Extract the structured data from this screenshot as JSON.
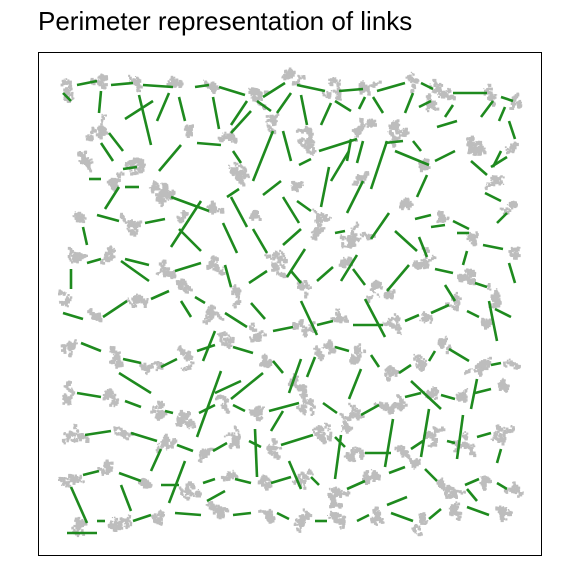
{
  "title": "Perimeter representation of links",
  "colors": {
    "patch": "#bdbdbd",
    "link": "#1e8a1e",
    "frame": "#000000",
    "background": "#ffffff"
  },
  "patches": [
    [
      64,
      86,
      14
    ],
    [
      100,
      80,
      12
    ],
    [
      137,
      80,
      13
    ],
    [
      177,
      84,
      12
    ],
    [
      212,
      82,
      11
    ],
    [
      252,
      94,
      16
    ],
    [
      290,
      80,
      14
    ],
    [
      330,
      88,
      13
    ],
    [
      368,
      86,
      12
    ],
    [
      410,
      80,
      10
    ],
    [
      440,
      90,
      15
    ],
    [
      490,
      92,
      12
    ],
    [
      515,
      100,
      10
    ],
    [
      98,
      128,
      16
    ],
    [
      140,
      160,
      17
    ],
    [
      185,
      130,
      12
    ],
    [
      226,
      136,
      12
    ],
    [
      268,
      120,
      12
    ],
    [
      306,
      140,
      18
    ],
    [
      358,
      124,
      16
    ],
    [
      392,
      126,
      18
    ],
    [
      426,
      104,
      12
    ],
    [
      470,
      135,
      20
    ],
    [
      512,
      146,
      10
    ],
    [
      78,
      162,
      14
    ],
    [
      110,
      180,
      14
    ],
    [
      152,
      186,
      22
    ],
    [
      236,
      176,
      16
    ],
    [
      290,
      180,
      12
    ],
    [
      356,
      176,
      12
    ],
    [
      422,
      160,
      12
    ],
    [
      492,
      178,
      12
    ],
    [
      508,
      204,
      10
    ],
    [
      80,
      214,
      12
    ],
    [
      130,
      220,
      14
    ],
    [
      176,
      216,
      10
    ],
    [
      216,
      210,
      12
    ],
    [
      254,
      214,
      10
    ],
    [
      316,
      222,
      16
    ],
    [
      356,
      238,
      18
    ],
    [
      400,
      206,
      14
    ],
    [
      440,
      216,
      12
    ],
    [
      476,
      232,
      12
    ],
    [
      510,
      250,
      10
    ],
    [
      72,
      258,
      14
    ],
    [
      110,
      256,
      12
    ],
    [
      160,
      268,
      14
    ],
    [
      212,
      262,
      14
    ],
    [
      236,
      294,
      12
    ],
    [
      276,
      260,
      16
    ],
    [
      304,
      286,
      10
    ],
    [
      340,
      262,
      12
    ],
    [
      376,
      296,
      18
    ],
    [
      420,
      258,
      14
    ],
    [
      460,
      276,
      14
    ],
    [
      494,
      290,
      16
    ],
    [
      64,
      296,
      10
    ],
    [
      90,
      318,
      12
    ],
    [
      136,
      294,
      14
    ],
    [
      180,
      288,
      12
    ],
    [
      210,
      310,
      14
    ],
    [
      258,
      330,
      12
    ],
    [
      302,
      324,
      14
    ],
    [
      340,
      318,
      12
    ],
    [
      392,
      324,
      12
    ],
    [
      424,
      312,
      10
    ],
    [
      456,
      302,
      12
    ],
    [
      484,
      318,
      12
    ],
    [
      70,
      342,
      12
    ],
    [
      110,
      354,
      14
    ],
    [
      150,
      364,
      12
    ],
    [
      186,
      356,
      14
    ],
    [
      222,
      342,
      12
    ],
    [
      262,
      356,
      12
    ],
    [
      292,
      380,
      14
    ],
    [
      320,
      346,
      14
    ],
    [
      358,
      350,
      14
    ],
    [
      386,
      374,
      12
    ],
    [
      418,
      360,
      12
    ],
    [
      440,
      344,
      12
    ],
    [
      476,
      364,
      16
    ],
    [
      508,
      362,
      10
    ],
    [
      64,
      392,
      14
    ],
    [
      112,
      396,
      12
    ],
    [
      150,
      410,
      14
    ],
    [
      184,
      412,
      18
    ],
    [
      222,
      402,
      10
    ],
    [
      254,
      414,
      14
    ],
    [
      308,
      400,
      14
    ],
    [
      346,
      416,
      16
    ],
    [
      390,
      402,
      18
    ],
    [
      430,
      392,
      12
    ],
    [
      462,
      398,
      12
    ],
    [
      500,
      384,
      14
    ],
    [
      74,
      436,
      14
    ],
    [
      120,
      430,
      12
    ],
    [
      166,
      444,
      14
    ],
    [
      200,
      452,
      12
    ],
    [
      236,
      438,
      14
    ],
    [
      268,
      448,
      12
    ],
    [
      322,
      432,
      14
    ],
    [
      352,
      452,
      12
    ],
    [
      400,
      452,
      12
    ],
    [
      432,
      436,
      14
    ],
    [
      464,
      442,
      14
    ],
    [
      500,
      432,
      14
    ],
    [
      70,
      476,
      14
    ],
    [
      108,
      468,
      12
    ],
    [
      148,
      484,
      12
    ],
    [
      190,
      484,
      14
    ],
    [
      224,
      476,
      12
    ],
    [
      258,
      484,
      12
    ],
    [
      300,
      474,
      12
    ],
    [
      330,
      490,
      18
    ],
    [
      374,
      478,
      14
    ],
    [
      414,
      464,
      12
    ],
    [
      448,
      488,
      16
    ],
    [
      486,
      476,
      12
    ],
    [
      512,
      490,
      10
    ],
    [
      76,
      520,
      14
    ],
    [
      120,
      520,
      14
    ],
    [
      160,
      512,
      12
    ],
    [
      216,
      514,
      16
    ],
    [
      262,
      512,
      12
    ],
    [
      300,
      520,
      14
    ],
    [
      340,
      520,
      16
    ],
    [
      378,
      512,
      12
    ],
    [
      420,
      522,
      12
    ],
    [
      452,
      504,
      14
    ],
    [
      500,
      516,
      14
    ]
  ],
  "links": [
    [
      70,
      100,
      62,
      92
    ],
    [
      96,
      80,
      76,
      84
    ],
    [
      110,
      84,
      132,
      82
    ],
    [
      142,
      84,
      172,
      86
    ],
    [
      168,
      92,
      156,
      120
    ],
    [
      194,
      86,
      208,
      84
    ],
    [
      218,
      86,
      244,
      94
    ],
    [
      262,
      96,
      284,
      82
    ],
    [
      296,
      84,
      324,
      90
    ],
    [
      338,
      90,
      362,
      88
    ],
    [
      376,
      90,
      404,
      82
    ],
    [
      420,
      82,
      432,
      88
    ],
    [
      452,
      92,
      486,
      92
    ],
    [
      500,
      96,
      512,
      100
    ],
    [
      98,
      112,
      100,
      90
    ],
    [
      122,
      150,
      108,
      132
    ],
    [
      150,
      144,
      138,
      94
    ],
    [
      184,
      120,
      178,
      96
    ],
    [
      218,
      128,
      212,
      96
    ],
    [
      230,
      124,
      246,
      100
    ],
    [
      270,
      110,
      256,
      100
    ],
    [
      276,
      112,
      290,
      92
    ],
    [
      306,
      124,
      300,
      94
    ],
    [
      330,
      102,
      320,
      124
    ],
    [
      350,
      110,
      334,
      100
    ],
    [
      358,
      108,
      364,
      96
    ],
    [
      382,
      112,
      372,
      96
    ],
    [
      404,
      112,
      412,
      92
    ],
    [
      418,
      106,
      430,
      100
    ],
    [
      452,
      104,
      444,
      116
    ],
    [
      480,
      116,
      492,
      100
    ],
    [
      498,
      120,
      504,
      106
    ],
    [
      508,
      120,
      514,
      138
    ],
    [
      112,
      160,
      100,
      142
    ],
    [
      122,
      168,
      136,
      166
    ],
    [
      158,
      170,
      180,
      144
    ],
    [
      196,
      142,
      220,
      144
    ],
    [
      232,
      150,
      240,
      162
    ],
    [
      252,
      180,
      272,
      130
    ],
    [
      290,
      160,
      282,
      130
    ],
    [
      298,
      164,
      310,
      158
    ],
    [
      318,
      150,
      356,
      138
    ],
    [
      346,
      160,
      350,
      138
    ],
    [
      362,
      140,
      356,
      162
    ],
    [
      384,
      142,
      402,
      140
    ],
    [
      412,
      140,
      420,
      150
    ],
    [
      434,
      160,
      454,
      150
    ],
    [
      470,
      160,
      486,
      174
    ],
    [
      490,
      166,
      506,
      156
    ],
    [
      88,
      178,
      100,
      178
    ],
    [
      124,
      186,
      138,
      186
    ],
    [
      170,
      196,
      208,
      210
    ],
    [
      226,
      196,
      238,
      188
    ],
    [
      262,
      194,
      280,
      180
    ],
    [
      282,
      196,
      298,
      222
    ],
    [
      296,
      200,
      310,
      210
    ],
    [
      320,
      206,
      328,
      166
    ],
    [
      346,
      212,
      362,
      180
    ],
    [
      370,
      188,
      386,
      140
    ],
    [
      394,
      150,
      428,
      164
    ],
    [
      426,
      174,
      416,
      196
    ],
    [
      414,
      218,
      430,
      214
    ],
    [
      452,
      220,
      468,
      228
    ],
    [
      484,
      192,
      500,
      200
    ],
    [
      496,
      222,
      506,
      212
    ],
    [
      82,
      226,
      86,
      244
    ],
    [
      96,
      214,
      118,
      220
    ],
    [
      144,
      222,
      164,
      218
    ],
    [
      178,
      228,
      200,
      250
    ],
    [
      222,
      222,
      236,
      252
    ],
    [
      252,
      228,
      266,
      252
    ],
    [
      282,
      244,
      300,
      228
    ],
    [
      334,
      232,
      344,
      230
    ],
    [
      370,
      238,
      388,
      212
    ],
    [
      394,
      230,
      416,
      250
    ],
    [
      430,
      226,
      444,
      224
    ],
    [
      456,
      232,
      468,
      232
    ],
    [
      482,
      244,
      502,
      248
    ],
    [
      508,
      262,
      514,
      282
    ],
    [
      70,
      268,
      70,
      288
    ],
    [
      86,
      262,
      100,
      258
    ],
    [
      124,
      258,
      148,
      264
    ],
    [
      174,
      270,
      200,
      262
    ],
    [
      224,
      264,
      230,
      286
    ],
    [
      248,
      282,
      266,
      270
    ],
    [
      290,
      270,
      300,
      282
    ],
    [
      316,
      280,
      332,
      266
    ],
    [
      352,
      268,
      364,
      284
    ],
    [
      386,
      290,
      408,
      264
    ],
    [
      434,
      268,
      452,
      272
    ],
    [
      474,
      282,
      486,
      286
    ],
    [
      62,
      312,
      82,
      318
    ],
    [
      102,
      316,
      126,
      300
    ],
    [
      150,
      298,
      168,
      290
    ],
    [
      194,
      296,
      204,
      302
    ],
    [
      224,
      312,
      246,
      326
    ],
    [
      250,
      302,
      264,
      318
    ],
    [
      272,
      330,
      292,
      326
    ],
    [
      316,
      324,
      332,
      320
    ],
    [
      352,
      324,
      382,
      324
    ],
    [
      404,
      320,
      418,
      314
    ],
    [
      430,
      312,
      448,
      304
    ],
    [
      466,
      310,
      478,
      316
    ],
    [
      494,
      308,
      510,
      316
    ],
    [
      80,
      342,
      100,
      350
    ],
    [
      122,
      358,
      140,
      362
    ],
    [
      160,
      366,
      176,
      358
    ],
    [
      196,
      350,
      214,
      344
    ],
    [
      232,
      346,
      252,
      352
    ],
    [
      272,
      360,
      282,
      372
    ],
    [
      306,
      376,
      314,
      356
    ],
    [
      334,
      346,
      348,
      350
    ],
    [
      370,
      354,
      378,
      366
    ],
    [
      398,
      372,
      410,
      364
    ],
    [
      428,
      360,
      434,
      350
    ],
    [
      448,
      348,
      468,
      360
    ],
    [
      490,
      364,
      500,
      362
    ],
    [
      76,
      392,
      100,
      396
    ],
    [
      124,
      400,
      140,
      406
    ],
    [
      164,
      410,
      172,
      412
    ],
    [
      198,
      412,
      214,
      404
    ],
    [
      232,
      404,
      244,
      410
    ],
    [
      268,
      410,
      298,
      402
    ],
    [
      322,
      402,
      336,
      412
    ],
    [
      360,
      414,
      378,
      404
    ],
    [
      404,
      396,
      420,
      392
    ],
    [
      440,
      394,
      454,
      398
    ],
    [
      474,
      392,
      490,
      388
    ],
    [
      84,
      434,
      110,
      430
    ],
    [
      130,
      432,
      156,
      440
    ],
    [
      176,
      444,
      192,
      450
    ],
    [
      212,
      450,
      226,
      442
    ],
    [
      248,
      440,
      260,
      446
    ],
    [
      280,
      444,
      312,
      434
    ],
    [
      334,
      436,
      344,
      446
    ],
    [
      364,
      452,
      390,
      452
    ],
    [
      410,
      448,
      422,
      440
    ],
    [
      446,
      440,
      454,
      442
    ],
    [
      476,
      436,
      490,
      432
    ],
    [
      82,
      474,
      98,
      470
    ],
    [
      118,
      472,
      140,
      480
    ],
    [
      160,
      484,
      178,
      484
    ],
    [
      202,
      482,
      214,
      478
    ],
    [
      234,
      478,
      250,
      482
    ],
    [
      270,
      482,
      290,
      476
    ],
    [
      310,
      476,
      318,
      484
    ],
    [
      346,
      488,
      364,
      480
    ],
    [
      388,
      472,
      404,
      466
    ],
    [
      424,
      468,
      436,
      480
    ],
    [
      464,
      484,
      478,
      478
    ],
    [
      496,
      482,
      506,
      488
    ],
    [
      66,
      532,
      96,
      532
    ],
    [
      96,
      520,
      104,
      520
    ],
    [
      132,
      520,
      150,
      514
    ],
    [
      174,
      512,
      200,
      514
    ],
    [
      232,
      514,
      250,
      512
    ],
    [
      276,
      512,
      288,
      518
    ],
    [
      314,
      520,
      326,
      520
    ],
    [
      356,
      520,
      368,
      514
    ],
    [
      390,
      512,
      412,
      520
    ],
    [
      428,
      518,
      440,
      508
    ],
    [
      466,
      506,
      488,
      514
    ],
    [
      86,
      522,
      70,
      486
    ],
    [
      130,
      510,
      120,
      484
    ],
    [
      168,
      502,
      184,
      460
    ],
    [
      206,
      500,
      224,
      490
    ],
    [
      256,
      476,
      254,
      428
    ],
    [
      288,
      460,
      300,
      488
    ],
    [
      334,
      478,
      340,
      434
    ],
    [
      384,
      466,
      392,
      418
    ],
    [
      420,
      456,
      428,
      408
    ],
    [
      456,
      458,
      462,
      414
    ],
    [
      496,
      462,
      500,
      448
    ],
    [
      196,
      436,
      220,
      370
    ],
    [
      150,
      392,
      118,
      372
    ],
    [
      230,
      398,
      262,
      372
    ],
    [
      288,
      392,
      300,
      358
    ],
    [
      348,
      398,
      360,
      368
    ],
    [
      410,
      380,
      440,
      408
    ],
    [
      476,
      378,
      470,
      408
    ],
    [
      148,
      280,
      120,
      260
    ],
    [
      190,
      316,
      180,
      300
    ],
    [
      214,
      330,
      202,
      360
    ],
    [
      300,
      300,
      316,
      334
    ],
    [
      364,
      298,
      384,
      336
    ],
    [
      444,
      284,
      454,
      300
    ],
    [
      488,
      300,
      496,
      340
    ],
    [
      118,
      186,
      104,
      208
    ],
    [
      170,
      246,
      200,
      200
    ],
    [
      246,
      226,
      230,
      196
    ],
    [
      304,
      248,
      286,
      276
    ],
    [
      356,
      254,
      340,
      280
    ],
    [
      418,
      236,
      426,
      256
    ],
    [
      466,
      250,
      462,
      264
    ],
    [
      152,
      100,
      124,
      118
    ],
    [
      250,
      110,
      230,
      132
    ],
    [
      348,
      150,
      330,
      180
    ],
    [
      436,
      126,
      456,
      120
    ],
    [
      500,
      150,
      492,
      166
    ],
    [
      240,
      380,
      214,
      392
    ],
    [
      160,
      448,
      150,
      470
    ],
    [
      282,
      410,
      270,
      430
    ],
    [
      406,
      496,
      386,
      504
    ],
    [
      476,
      500,
      466,
      488
    ]
  ]
}
